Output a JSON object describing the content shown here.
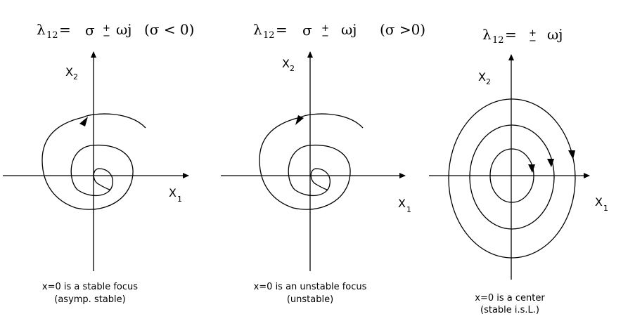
{
  "panels": [
    {
      "formula": {
        "lambda": "λ",
        "lambda_sub": "12",
        "equals": "=",
        "sigma": "σ",
        "plus": "+",
        "minus": "−",
        "omega": "ωj",
        "condition": "(σ < 0)"
      },
      "axis_x": "X",
      "axis_x_sub": "1",
      "axis_y": "X",
      "axis_y_sub": "2",
      "caption_line1": "x=0 is a stable focus",
      "caption_line2": "(asymp. stable)"
    },
    {
      "formula": {
        "lambda": "λ",
        "lambda_sub": "12",
        "equals": "=",
        "sigma": "σ",
        "plus": "+",
        "minus": "−",
        "omega": "ωj",
        "condition": "(σ >0)"
      },
      "axis_x": "X",
      "axis_x_sub": "1",
      "axis_y": "X",
      "axis_y_sub": "2",
      "caption_line1": "x=0 is an unstable focus",
      "caption_line2": "(unstable)"
    },
    {
      "formula": {
        "lambda": "λ",
        "lambda_sub": "12",
        "equals": "=",
        "plus": "+",
        "minus": "−",
        "omega": "ωj"
      },
      "axis_x": "X",
      "axis_x_sub": "1",
      "axis_y": "X",
      "axis_y_sub": "2",
      "caption_line1": "x=0 is a center",
      "caption_line2": "(stable i.s.L.)"
    }
  ]
}
